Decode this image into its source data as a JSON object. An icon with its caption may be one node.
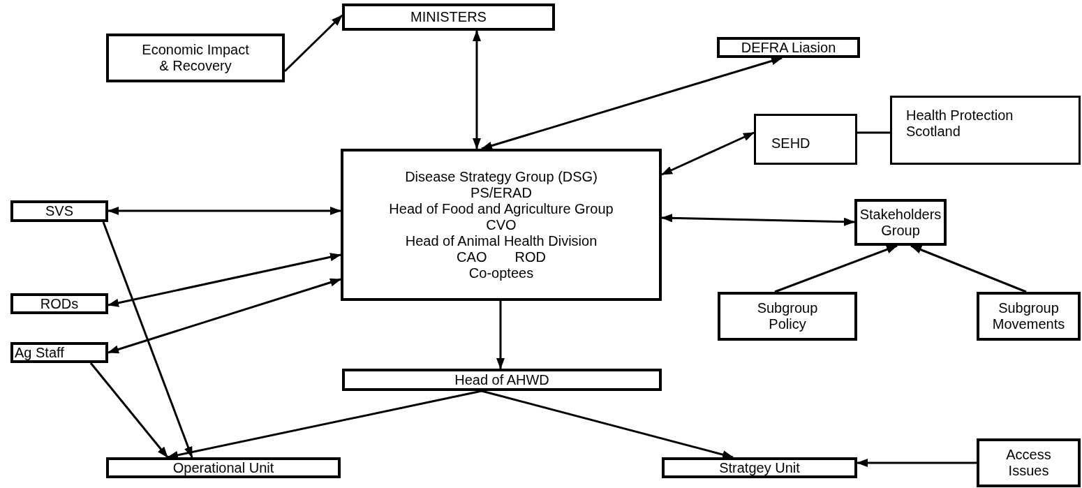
{
  "diagram": {
    "nodes": [
      {
        "text": [
          "MINISTERS"
        ]
      },
      {
        "text": [
          "Economic Impact & Recovery"
        ]
      },
      {
        "text": [
          "DEFRA Liasion"
        ]
      },
      {
        "text": [
          "SEHD"
        ]
      },
      {
        "text": [
          "Health Protection Scotland"
        ]
      },
      {
        "text": [
          "Disease Strategy Group (DSG)",
          "PS/ERAD",
          "Head of Food and Agriculture Group",
          "CVO",
          "Head of Animal Health Division",
          "CAO",
          "ROD",
          "Co-optees"
        ]
      },
      {
        "text": [
          "SVS"
        ]
      },
      {
        "text": [
          "Stakeholders Group"
        ]
      },
      {
        "text": [
          "RODs"
        ]
      },
      {
        "text": [
          "Subgroup Policy"
        ]
      },
      {
        "text": [
          "Subgroup Movements"
        ]
      },
      {
        "text": [
          "Ag Staff"
        ]
      },
      {
        "text": [
          "Head of AHWD"
        ]
      },
      {
        "text": [
          "Operational Unit"
        ]
      },
      {
        "text": [
          "Stratgey Unit"
        ]
      },
      {
        "text": [
          "Access Issues"
        ]
      }
    ],
    "edges": [
      {
        "from": 1,
        "to": 0,
        "arrow": "to"
      },
      {
        "from": 0,
        "to": 5,
        "arrow": "both"
      },
      {
        "from": 5,
        "to": 2,
        "arrow": "both"
      },
      {
        "from": 5,
        "to": 3,
        "arrow": "both"
      },
      {
        "from": 6,
        "to": 5,
        "arrow": "both"
      },
      {
        "from": 8,
        "to": 5,
        "arrow": "both"
      },
      {
        "from": 11,
        "to": 5,
        "arrow": "both"
      },
      {
        "from": 5,
        "to": 7,
        "arrow": "both"
      },
      {
        "from": 9,
        "to": 7,
        "arrow": "to"
      },
      {
        "from": 10,
        "to": 7,
        "arrow": "to"
      },
      {
        "from": 5,
        "to": 12,
        "arrow": "to"
      },
      {
        "from": 12,
        "to": 13,
        "arrow": "to"
      },
      {
        "from": 12,
        "to": 14,
        "arrow": "to"
      },
      {
        "from": 11,
        "to": 13,
        "arrow": "to"
      },
      {
        "from": 6,
        "to": 13,
        "arrow": "to"
      },
      {
        "from": 15,
        "to": 14,
        "arrow": "to"
      },
      {
        "from": 3,
        "to": 4,
        "arrow": "none"
      }
    ]
  }
}
